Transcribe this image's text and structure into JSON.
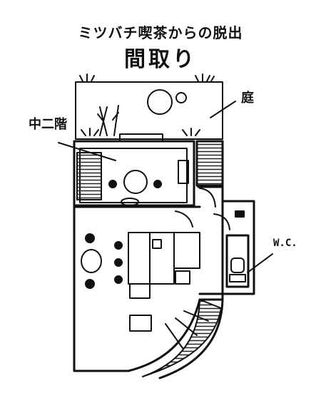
{
  "header": {
    "subtitle": "ミツバチ喫茶からの脱出",
    "title": "間取り"
  },
  "labels": {
    "loft": "中二階",
    "garden": "庭",
    "wc": "W.C."
  },
  "colors": {
    "ink": "#111111",
    "hatch": "#222222",
    "paper": "#ffffff"
  }
}
